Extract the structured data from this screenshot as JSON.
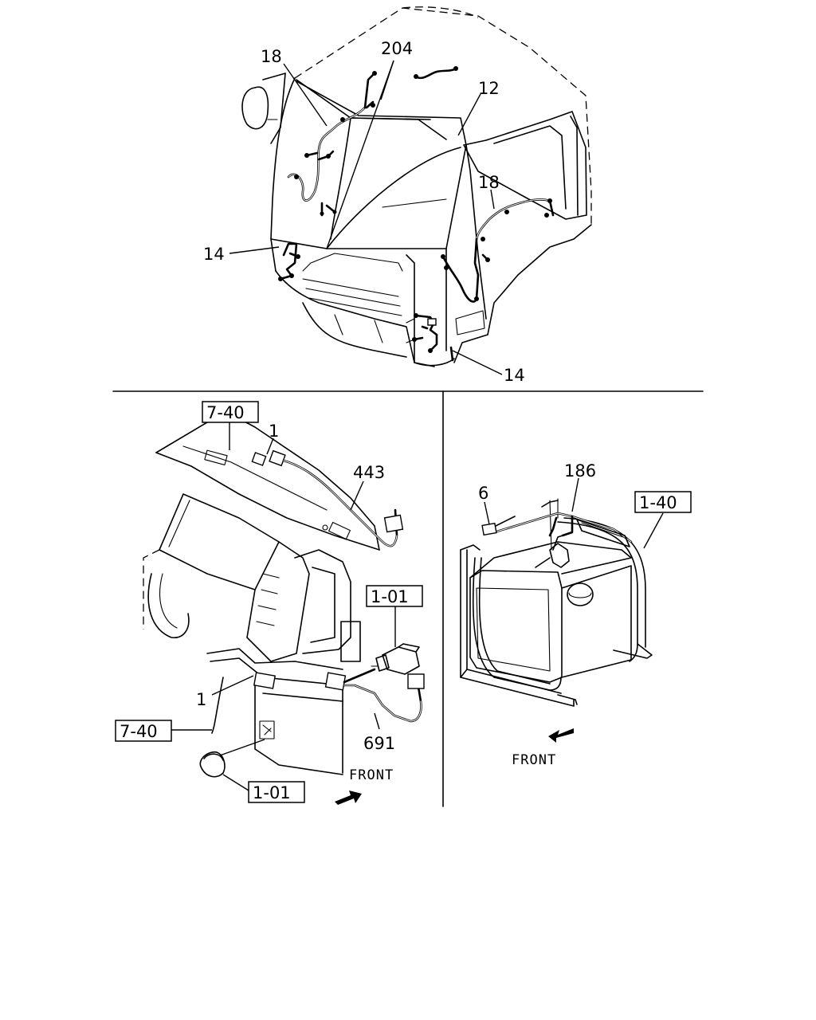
{
  "labels": {
    "cab_harness_top": "18",
    "cab_harness_main": "204",
    "cab_roof_harness": "12",
    "cab_side_harness": "18",
    "front_harness_left": "14",
    "front_harness_right": "14",
    "instrument_ref_top": "7-40",
    "connector_top": "1",
    "harness_443": "443",
    "switch_ref": "1-01",
    "connector_bottom": "1",
    "instrument_ref_side": "7-40",
    "harness_691": "691",
    "knob_ref": "1-01",
    "front_left": "FRONT",
    "tank_harness": "186",
    "tank_connector": "6",
    "tank_ref": "1-40",
    "front_right": "FRONT"
  },
  "icons": {
    "front_arrow_left": "arrow-right-icon",
    "front_arrow_right": "arrow-left-down-icon"
  }
}
